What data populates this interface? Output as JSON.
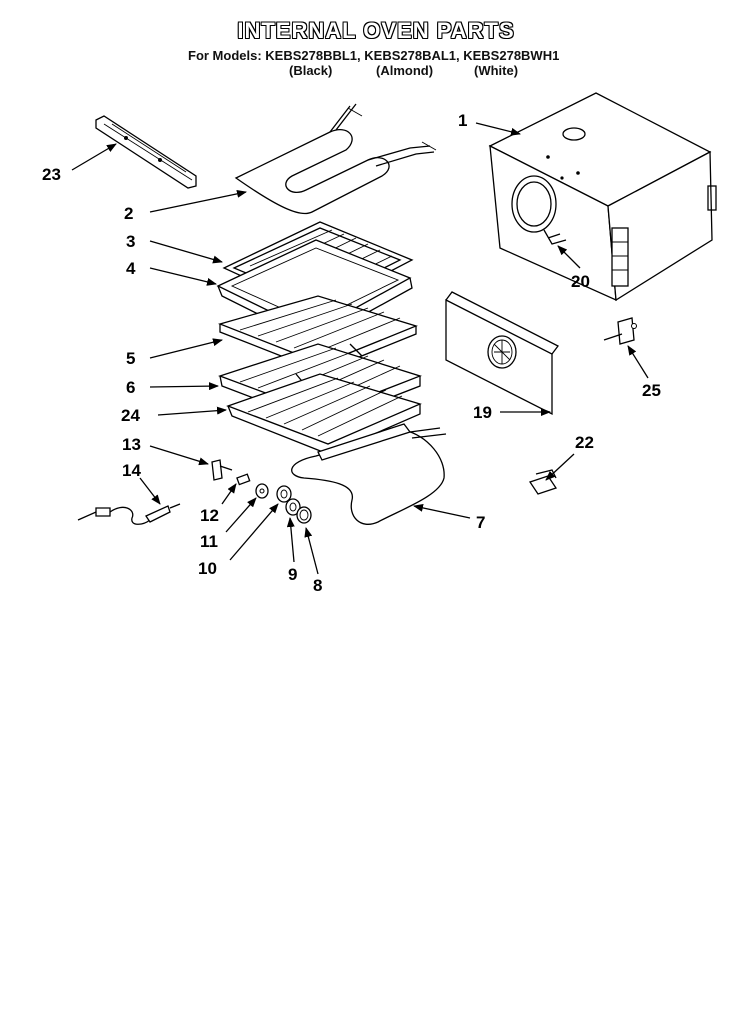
{
  "header": {
    "title": "INTERNAL OVEN PARTS",
    "models_line": "For Models: KEBS278BBL1, KEBS278BAL1, KEBS278BWH1",
    "variants": [
      "(Black)",
      "(Almond)",
      "(White)"
    ]
  },
  "callouts": {
    "p1": "1",
    "p2": "2",
    "p3": "3",
    "p4": "4",
    "p5": "5",
    "p6": "6",
    "p7": "7",
    "p8": "8",
    "p9": "9",
    "p10": "10",
    "p11": "11",
    "p12": "12",
    "p13": "13",
    "p14": "14",
    "p19": "19",
    "p20": "20",
    "p22": "22",
    "p23": "23",
    "p24": "24",
    "p25": "25"
  }
}
